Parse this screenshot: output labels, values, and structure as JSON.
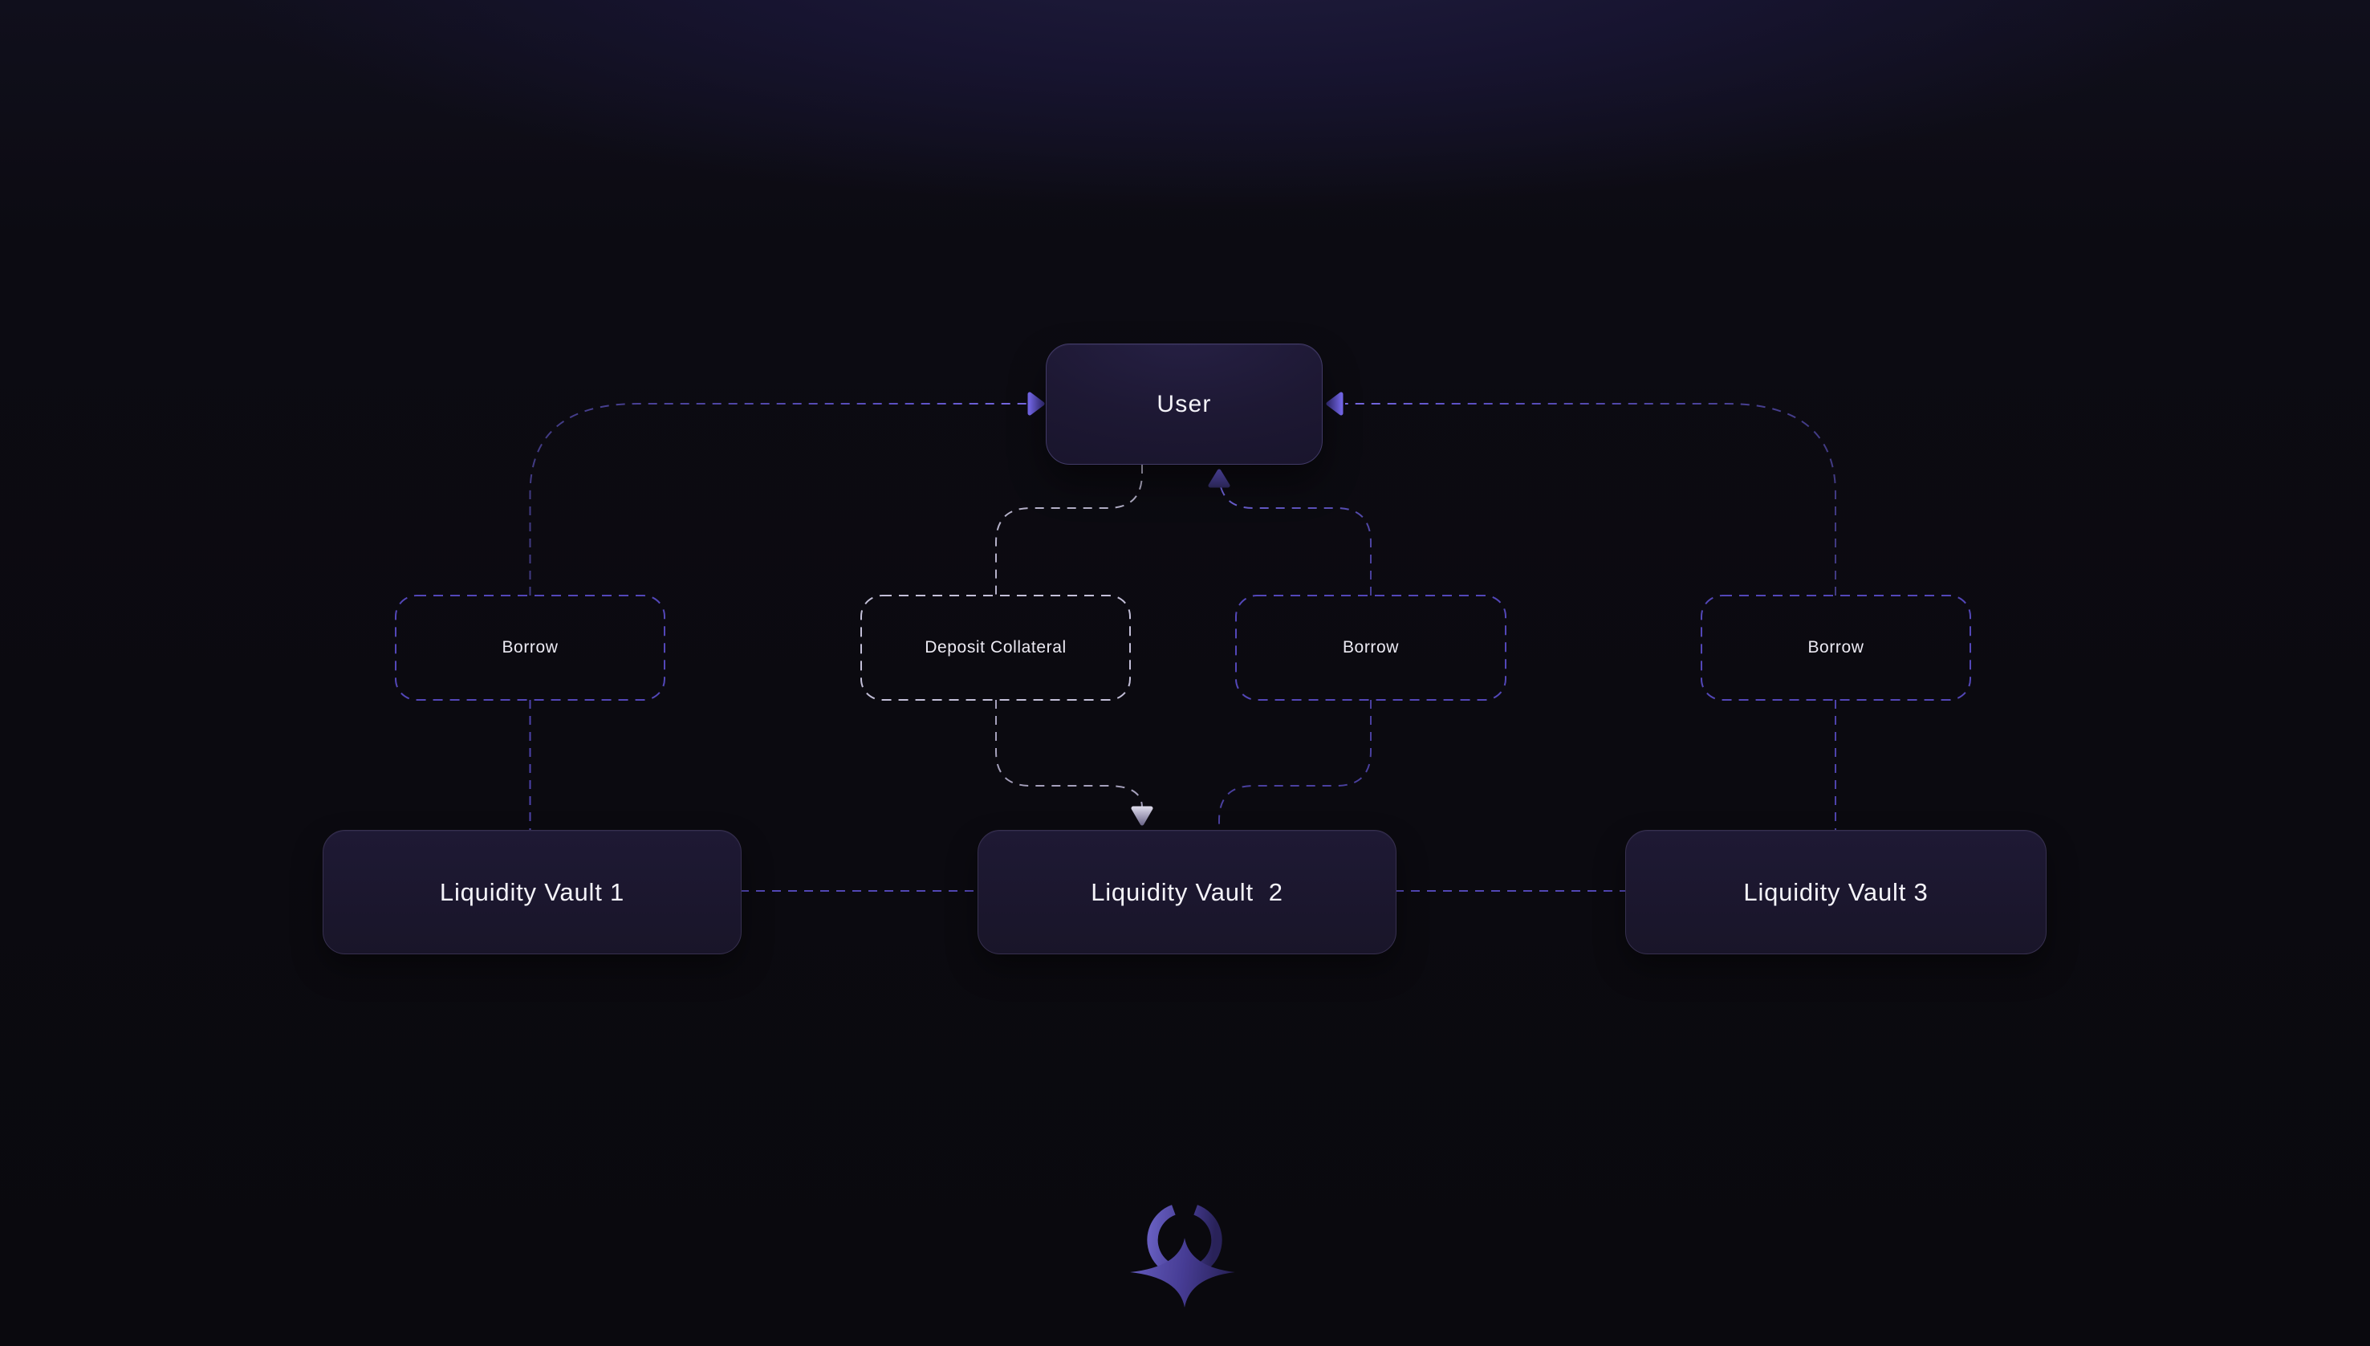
{
  "diagram": {
    "nodes": {
      "user": {
        "label": "User"
      },
      "vault1": {
        "label": "Liquidity Vault 1"
      },
      "vault2": {
        "label": "Liquidity Vault  2"
      },
      "vault3": {
        "label": "Liquidity Vault 3"
      }
    },
    "edge_labels": {
      "borrow_left": {
        "label": "Borrow"
      },
      "deposit_collateral": {
        "label": "Deposit Collateral"
      },
      "borrow_mid": {
        "label": "Borrow"
      },
      "borrow_right": {
        "label": "Borrow"
      }
    },
    "edges": [
      {
        "from": "vault1",
        "through": "borrow_left",
        "to": "user",
        "style": "dashed-purple",
        "arrow_into": "user-left-edge"
      },
      {
        "from": "user",
        "through": "deposit_collateral",
        "to": "vault2",
        "style": "dashed-light",
        "arrow_into": "vault2-top-edge"
      },
      {
        "from": "vault2",
        "through": "borrow_mid",
        "to": "user",
        "style": "dashed-purple",
        "arrow_into": "user-bottom-edge"
      },
      {
        "from": "vault3",
        "through": "borrow_right",
        "to": "user",
        "style": "dashed-purple",
        "arrow_into": "user-right-edge"
      },
      {
        "from": "vault1",
        "to": "vault2",
        "style": "dashed-purple",
        "arrow_into": "none"
      },
      {
        "from": "vault2",
        "to": "vault3",
        "style": "dashed-purple",
        "arrow_into": "none"
      }
    ],
    "colors": {
      "background": "#0b0a10",
      "top_glow": "#211e3f",
      "purple_edge": "#564ac0",
      "light_edge": "#b9b5cf",
      "node_fill": "#1d1833",
      "node_border": "#413a66",
      "vault_border": "#37304f",
      "text": "#f4f3f9",
      "logo_gradient_start": "#6f66cf",
      "logo_gradient_end": "#2c2560"
    }
  }
}
